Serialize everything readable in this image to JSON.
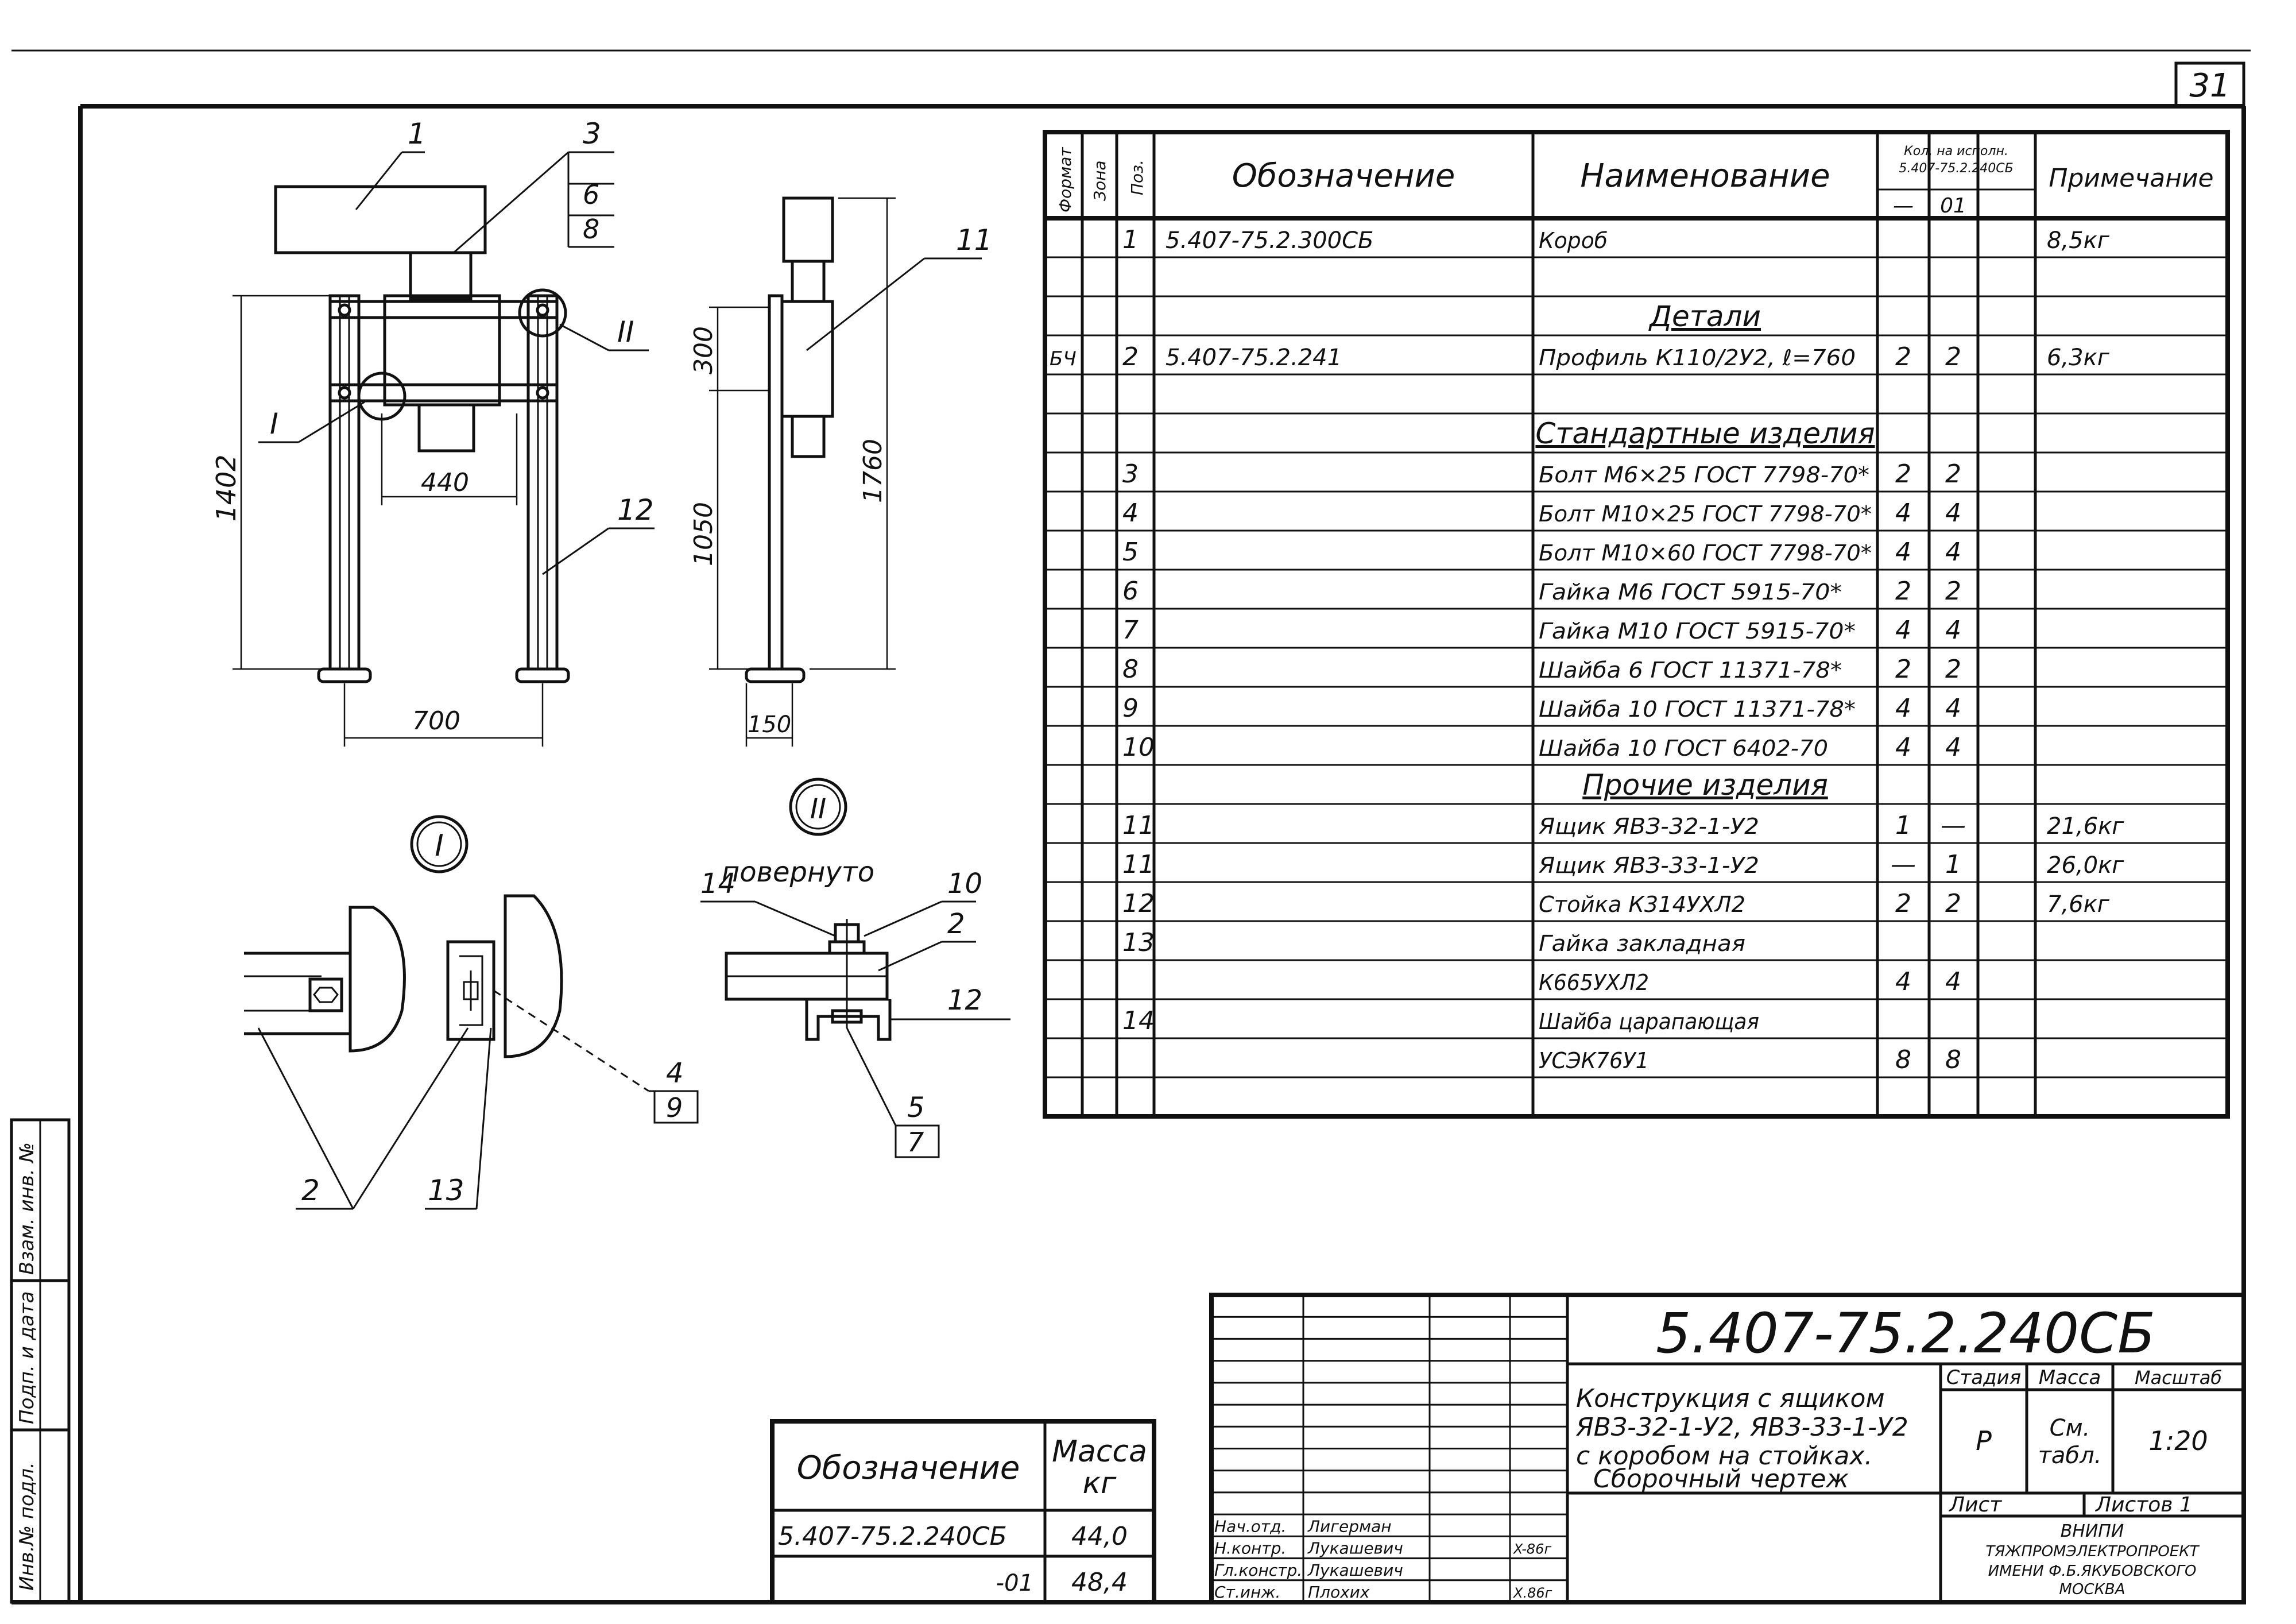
{
  "sheet_number": "31",
  "left_stamp": [
    "Инв.№ подл.",
    "Подп. и дата",
    "Взам. инв. №"
  ],
  "drawing": {
    "dimensions": {
      "d1402": "1402",
      "d440": "440",
      "d700": "700",
      "d300": "300",
      "d1050": "1050",
      "d1760": "1760",
      "d150": "150"
    },
    "callouts": {
      "c1": "1",
      "c3": "3",
      "c6": "6",
      "c8": "8",
      "c11": "11",
      "c12": "12",
      "cI": "I",
      "cII": "II",
      "c14": "14",
      "c10": "10",
      "c2a": "2",
      "c12b": "12",
      "c4": "4",
      "c9": "9",
      "c5": "5",
      "c7": "7",
      "c2b": "2",
      "c13": "13"
    },
    "views": {
      "view_I": "I",
      "view_II": "II",
      "rotated": "повернуто"
    }
  },
  "spec_table": {
    "headers": {
      "format": "Формат",
      "zone": "Зона",
      "pos": "Поз.",
      "designation": "Обозначение",
      "name": "Наименование",
      "qty": "Кол. на исполн. 5.407-75.2.240СБ",
      "qty_a": "—",
      "qty_b": "01",
      "note": "Примечание"
    },
    "rows": [
      {
        "format": "",
        "pos": "1",
        "designation": "5.407-75.2.300СБ",
        "name": "Короб",
        "q1": "",
        "q2": "",
        "note": "8,5кг",
        "style": ""
      },
      {
        "format": "",
        "pos": "",
        "designation": "",
        "name": "",
        "q1": "",
        "q2": "",
        "note": "",
        "style": ""
      },
      {
        "format": "",
        "pos": "",
        "designation": "",
        "name": "Детали",
        "q1": "",
        "q2": "",
        "note": "",
        "style": "section"
      },
      {
        "format": "БЧ",
        "pos": "2",
        "designation": "5.407-75.2.241",
        "name": "Профиль К110/2У2, ℓ=760",
        "q1": "2",
        "q2": "2",
        "note": "6,3кг",
        "style": ""
      },
      {
        "format": "",
        "pos": "",
        "designation": "",
        "name": "",
        "q1": "",
        "q2": "",
        "note": "",
        "style": ""
      },
      {
        "format": "",
        "pos": "",
        "designation": "",
        "name": "Стандартные изделия",
        "q1": "",
        "q2": "",
        "note": "",
        "style": "section"
      },
      {
        "format": "",
        "pos": "3",
        "designation": "",
        "name": "Болт М6×25 ГОСТ 7798-70*",
        "q1": "2",
        "q2": "2",
        "note": "",
        "style": ""
      },
      {
        "format": "",
        "pos": "4",
        "designation": "",
        "name": "Болт М10×25 ГОСТ 7798-70*",
        "q1": "4",
        "q2": "4",
        "note": "",
        "style": ""
      },
      {
        "format": "",
        "pos": "5",
        "designation": "",
        "name": "Болт М10×60 ГОСТ 7798-70*",
        "q1": "4",
        "q2": "4",
        "note": "",
        "style": ""
      },
      {
        "format": "",
        "pos": "6",
        "designation": "",
        "name": "Гайка М6 ГОСТ 5915-70*",
        "q1": "2",
        "q2": "2",
        "note": "",
        "style": ""
      },
      {
        "format": "",
        "pos": "7",
        "designation": "",
        "name": "Гайка М10 ГОСТ 5915-70*",
        "q1": "4",
        "q2": "4",
        "note": "",
        "style": ""
      },
      {
        "format": "",
        "pos": "8",
        "designation": "",
        "name": "Шайба 6 ГОСТ 11371-78*",
        "q1": "2",
        "q2": "2",
        "note": "",
        "style": ""
      },
      {
        "format": "",
        "pos": "9",
        "designation": "",
        "name": "Шайба 10 ГОСТ 11371-78*",
        "q1": "4",
        "q2": "4",
        "note": "",
        "style": ""
      },
      {
        "format": "",
        "pos": "10",
        "designation": "",
        "name": "Шайба 10 ГОСТ 6402-70",
        "q1": "4",
        "q2": "4",
        "note": "",
        "style": ""
      },
      {
        "format": "",
        "pos": "",
        "designation": "",
        "name": "Прочие изделия",
        "q1": "",
        "q2": "",
        "note": "",
        "style": "section"
      },
      {
        "format": "",
        "pos": "11",
        "designation": "",
        "name": "Ящик ЯВЗ-32-1-У2",
        "q1": "1",
        "q2": "—",
        "note": "21,6кг",
        "style": ""
      },
      {
        "format": "",
        "pos": "11",
        "designation": "",
        "name": "Ящик ЯВЗ-33-1-У2",
        "q1": "—",
        "q2": "1",
        "note": "26,0кг",
        "style": ""
      },
      {
        "format": "",
        "pos": "12",
        "designation": "",
        "name": "Стойка К314УХЛ2",
        "q1": "2",
        "q2": "2",
        "note": "7,6кг",
        "style": ""
      },
      {
        "format": "",
        "pos": "13",
        "designation": "",
        "name": "Гайка закладная",
        "q1": "",
        "q2": "",
        "note": "",
        "style": ""
      },
      {
        "format": "",
        "pos": "",
        "designation": "",
        "name": "К665УХЛ2",
        "q1": "4",
        "q2": "4",
        "note": "",
        "style": ""
      },
      {
        "format": "",
        "pos": "14",
        "designation": "",
        "name": "Шайба царапающая",
        "q1": "",
        "q2": "",
        "note": "",
        "style": ""
      },
      {
        "format": "",
        "pos": "",
        "designation": "",
        "name": "УСЭК76У1",
        "q1": "8",
        "q2": "8",
        "note": "",
        "style": ""
      },
      {
        "format": "",
        "pos": "",
        "designation": "",
        "name": "",
        "q1": "",
        "q2": "",
        "note": "",
        "style": ""
      }
    ]
  },
  "mass_table": {
    "h_designation": "Обозначение",
    "h_mass": "Масса кг",
    "rows": [
      {
        "designation": "5.407-75.2.240СБ",
        "mass": "44,0"
      },
      {
        "designation": "-01",
        "mass": "48,4"
      }
    ]
  },
  "title_block": {
    "code": "5.407-75.2.240СБ",
    "title_lines": [
      "Конструкция с ящиком",
      "ЯВЗ-32-1-У2, ЯВЗ-33-1-У2",
      "с коробом на стойках.",
      "Сборочный чертеж"
    ],
    "h_stage": "Стадия",
    "h_mass": "Масса",
    "h_scale": "Масштаб",
    "stage": "Р",
    "mass": "См. табл.",
    "scale": "1:20",
    "sheet_label": "Лист",
    "sheets_label": "Листов 1",
    "org_lines": [
      "ВНИПИ",
      "ТЯЖПРОМЭЛЕКТРОПРОЕКТ",
      "ИМЕНИ Ф.Б.ЯКУБОВСКОГО",
      "МОСКВА"
    ],
    "signers": [
      {
        "role": "Нач.отд.",
        "name": "Лигерман",
        "date": ""
      },
      {
        "role": "Н.контр.",
        "name": "Лукашевич",
        "date": "X-86г"
      },
      {
        "role": "Гл.констр.",
        "name": "Лукашевич",
        "date": ""
      },
      {
        "role": "Ст.инж.",
        "name": "Плохих",
        "date": "X.86г"
      }
    ]
  }
}
